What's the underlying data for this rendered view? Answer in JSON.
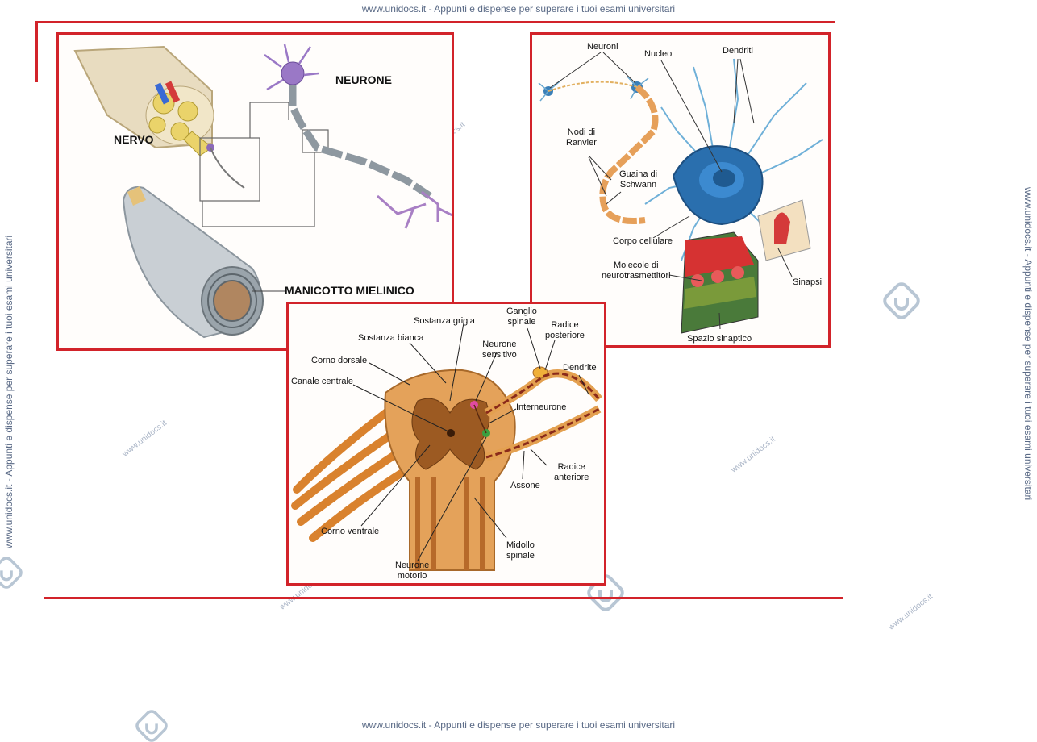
{
  "watermark": {
    "text": "www.unidocs.it - Appunti e dispense per superare i tuoi esami universitari",
    "short": "www.unidocs.it"
  },
  "panel1": {
    "nervo": "NERVO",
    "neurone": "NEURONE",
    "manicotto": "MANICOTTO MIELINICO"
  },
  "panel2": {
    "neuroni": "Neuroni",
    "nucleo": "Nucleo",
    "dendriti": "Dendriti",
    "nodi": [
      "Nodi di",
      "Ranvier"
    ],
    "guaina": [
      "Guaina di",
      "Schwann"
    ],
    "corpo": "Corpo cellulare",
    "molecole": [
      "Molecole di",
      "neurotrasmettitori"
    ],
    "sinapsi": "Sinapsi",
    "spazio": "Spazio sinaptico"
  },
  "panel3": {
    "sostanza_grigia": "Sostanza grigia",
    "ganglio": [
      "Ganglio",
      "spinale"
    ],
    "radice_posteriore": [
      "Radice",
      "posteriore"
    ],
    "sostanza_bianca": "Sostanza bianca",
    "neurone_sensitivo": [
      "Neurone",
      "sensitivo"
    ],
    "corno_dorsale": "Corno dorsale",
    "dendrite": "Dendrite",
    "canale_centrale": "Canale centrale",
    "interneurone": "Interneurone",
    "radice_anteriore": [
      "Radice",
      "anteriore"
    ],
    "assone": "Assone",
    "corno_ventrale": "Corno ventrale",
    "midollo": [
      "Midollo",
      "spinale"
    ],
    "neurone_motorio": [
      "Neurone",
      "motorio"
    ]
  },
  "colors": {
    "frame": "#d2232a",
    "watermark": "#5a6a86"
  }
}
